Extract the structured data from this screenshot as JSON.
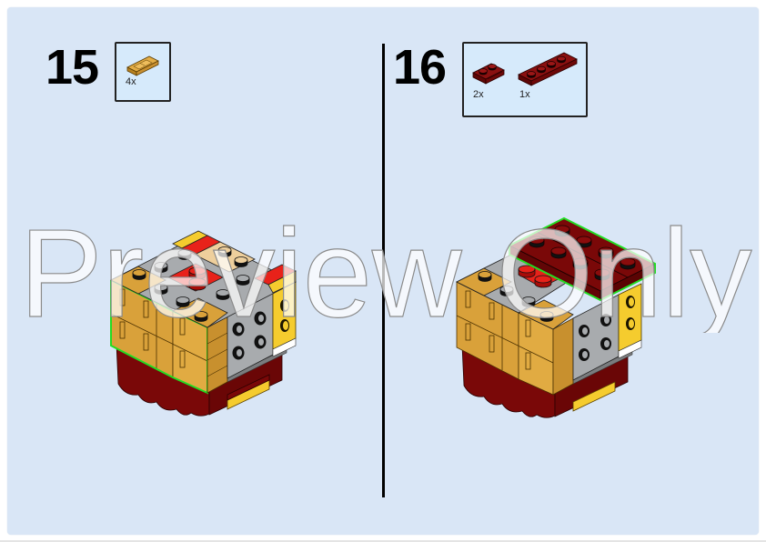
{
  "page": {
    "background_color": "#d9e6f6",
    "callout_background": "#d6eafb"
  },
  "steps": [
    {
      "number": "15",
      "parts": [
        {
          "name": "tile-1x2-grille",
          "color": "pearl-gold",
          "color_hex": "#d9a13a",
          "quantity": "4x"
        }
      ]
    },
    {
      "number": "16",
      "parts": [
        {
          "name": "plate-1x2-rail",
          "color": "dark-red",
          "color_hex": "#7a0c0c",
          "quantity": "2x"
        },
        {
          "name": "plate-1x4",
          "color": "dark-red",
          "color_hex": "#7a0c0c",
          "quantity": "1x"
        }
      ]
    }
  ],
  "watermark": {
    "text": "Preview Only"
  },
  "colors": {
    "highlight_outline": "#22dd22",
    "dark_red": "#7a0a0a",
    "gold": "#d9a13a",
    "light_gray": "#a8abae",
    "bright_red": "#e8221a",
    "yellow": "#f5cc2e",
    "tan": "#eecf9c",
    "white": "#ffffff"
  }
}
